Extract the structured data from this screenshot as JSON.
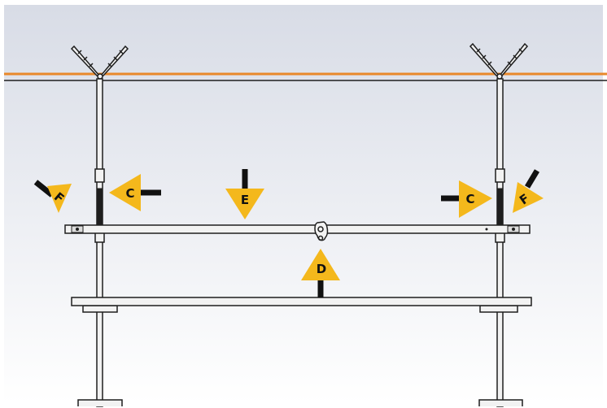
{
  "diagram": {
    "colors": {
      "background_top": "#d8dce6",
      "background_bottom": "#ffffff",
      "cable": "#e8882a",
      "frame": "#1e1e1e",
      "frame_fill": "#f2f2f2",
      "arrow_fill": "#f4b81c",
      "arrow_stem": "#111111",
      "label_text": "#111111"
    },
    "arrows": {
      "f_left": {
        "label": "F"
      },
      "c_left": {
        "label": "C"
      },
      "e_top": {
        "label": "E"
      },
      "c_right": {
        "label": "C"
      },
      "f_right": {
        "label": "F"
      },
      "d_up": {
        "label": "D"
      }
    }
  }
}
